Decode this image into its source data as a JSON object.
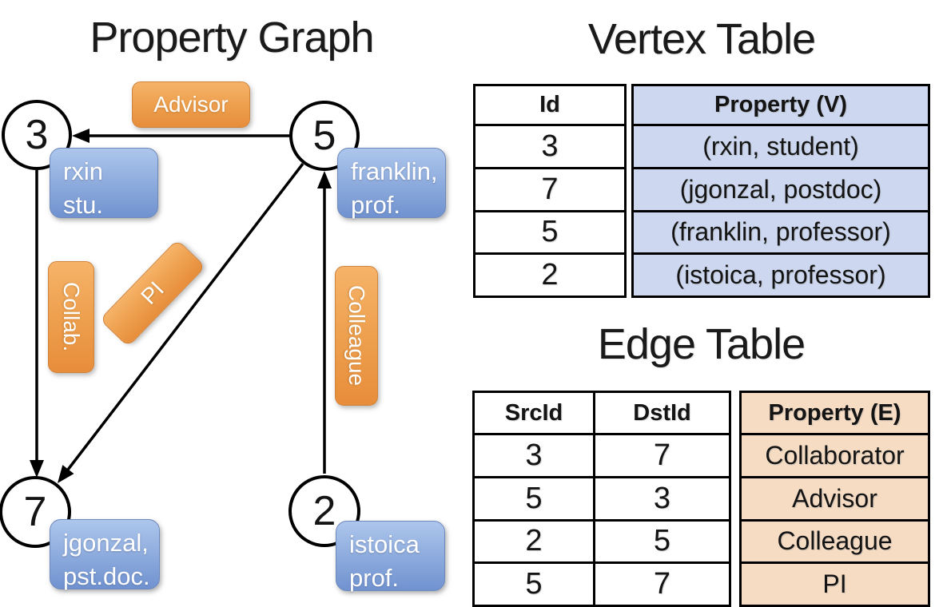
{
  "diagram": {
    "title": "Property Graph",
    "nodes": [
      {
        "id": "3",
        "prop_line1": "rxin",
        "prop_line2": "stu."
      },
      {
        "id": "5",
        "prop_line1": "franklin,",
        "prop_line2": "prof."
      },
      {
        "id": "7",
        "prop_line1": "jgonzal,",
        "prop_line2": "pst.doc."
      },
      {
        "id": "2",
        "prop_line1": "istoica",
        "prop_line2": "prof."
      }
    ],
    "edges": [
      {
        "label": "Advisor",
        "src": "5",
        "dst": "3"
      },
      {
        "label": "Collab.",
        "src": "3",
        "dst": "7"
      },
      {
        "label": "PI",
        "src": "5",
        "dst": "7"
      },
      {
        "label": "Colleague",
        "src": "2",
        "dst": "5"
      }
    ]
  },
  "vertex_table": {
    "title": "Vertex Table",
    "columns": [
      "Id",
      "Property (V)"
    ],
    "rows": [
      [
        "3",
        "(rxin, student)"
      ],
      [
        "7",
        "(jgonzal, postdoc)"
      ],
      [
        "5",
        "(franklin, professor)"
      ],
      [
        "2",
        "(istoica, professor)"
      ]
    ]
  },
  "edge_table": {
    "title": "Edge Table",
    "columns": [
      "SrcId",
      "DstId",
      "Property (E)"
    ],
    "rows": [
      [
        "3",
        "7",
        "Collaborator"
      ],
      [
        "5",
        "3",
        "Advisor"
      ],
      [
        "2",
        "5",
        "Colleague"
      ],
      [
        "5",
        "7",
        "PI"
      ]
    ]
  },
  "colors": {
    "edge_pill_orange": "#ee9f4c",
    "node_box_blue": "#7f9fd8",
    "vertex_property_fill": "#cdd8f0",
    "edge_property_fill": "#f6dcc3",
    "line_black": "#000000"
  }
}
